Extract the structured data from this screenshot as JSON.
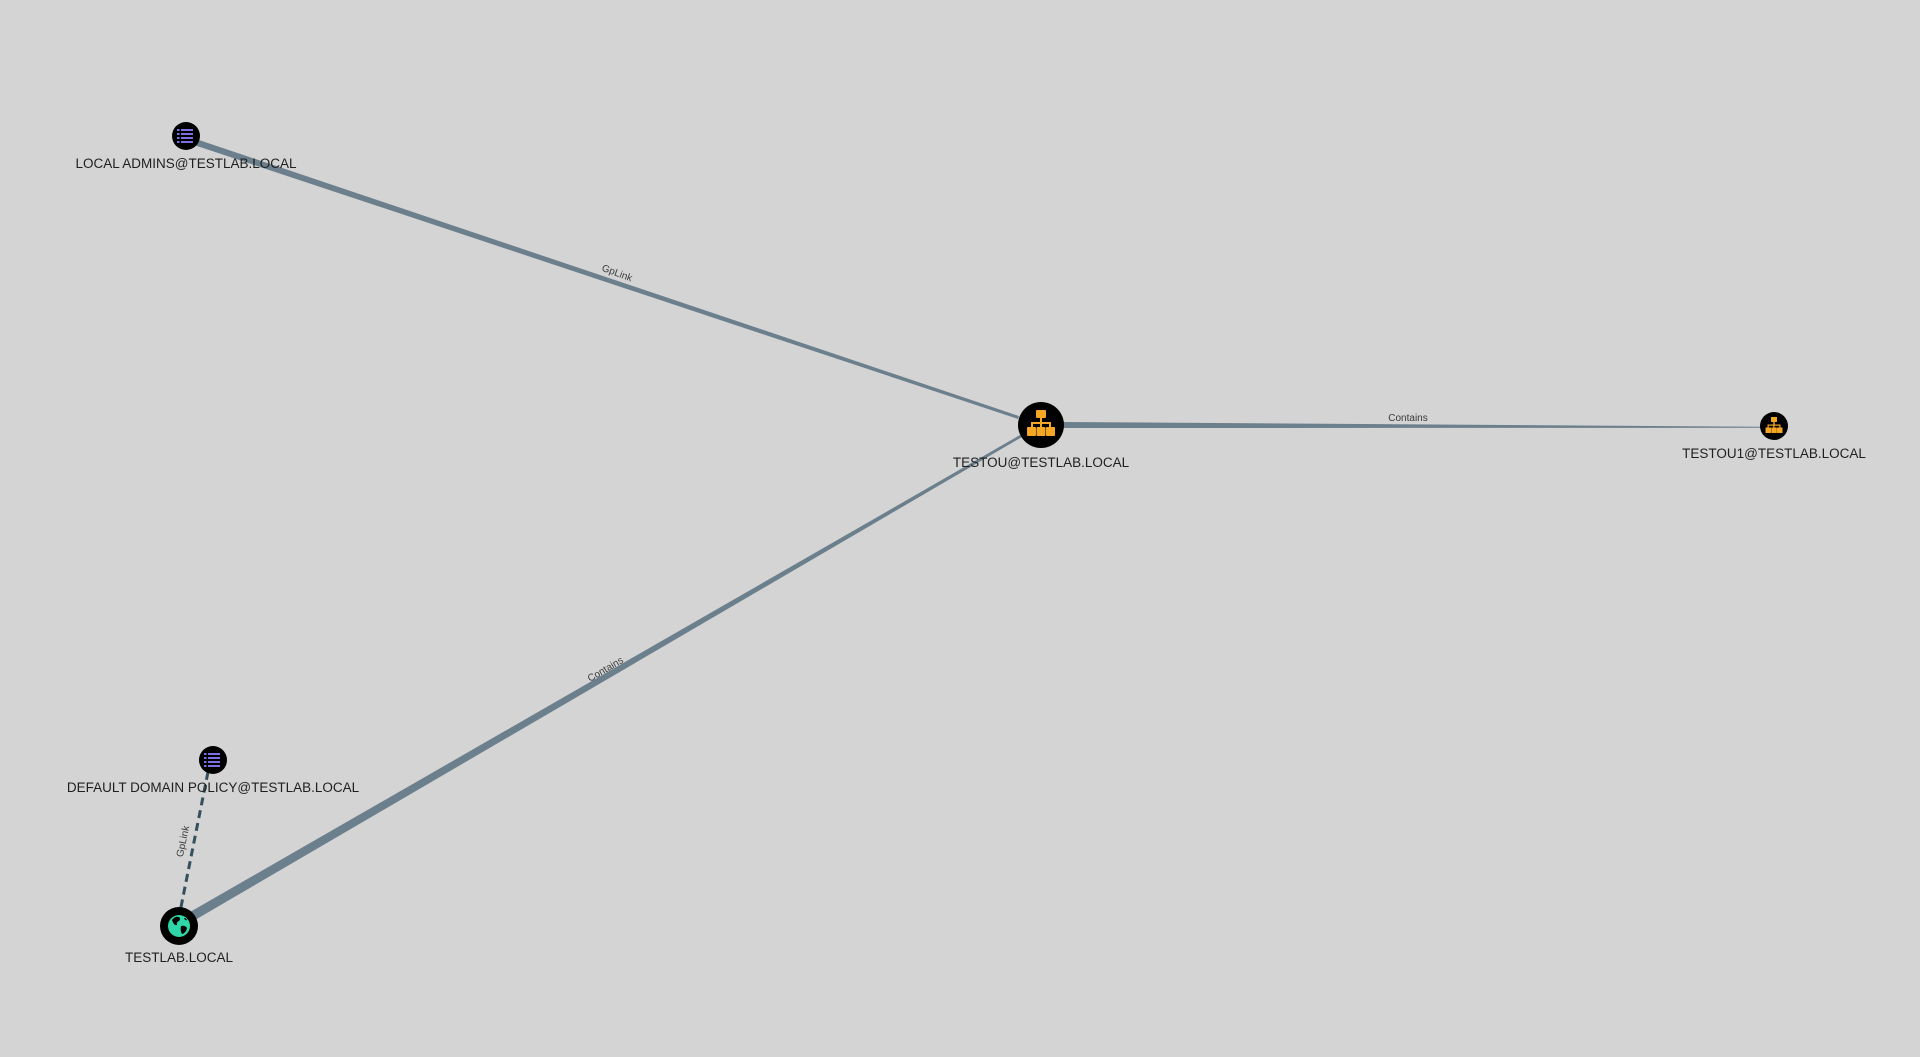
{
  "colors": {
    "background": "#d4d4d4",
    "edge": "#6c7f8c",
    "edge_dashed": "#33505c",
    "node_fill": "#000000",
    "gpo_icon": "#7b6fe6",
    "ou_icon": "#f5a623",
    "domain_icon": "#2fd6a8"
  },
  "nodes": {
    "local_admins": {
      "label": "LOCAL ADMINS@TESTLAB.LOCAL",
      "type": "GPO",
      "icon": "list-icon"
    },
    "testou": {
      "label": "TESTOU@TESTLAB.LOCAL",
      "type": "OU",
      "icon": "org-chart-icon"
    },
    "testou1": {
      "label": "TESTOU1@TESTLAB.LOCAL",
      "type": "OU",
      "icon": "org-chart-icon"
    },
    "default_domain_policy": {
      "label": "DEFAULT DOMAIN POLICY@TESTLAB.LOCAL",
      "type": "GPO",
      "icon": "list-icon"
    },
    "testlab": {
      "label": "TESTLAB.LOCAL",
      "type": "Domain",
      "icon": "globe-icon"
    }
  },
  "edges": {
    "gplink_local_admins_testou": {
      "label": "GpLink",
      "from": "local_admins",
      "to": "testou"
    },
    "contains_testou_testou1": {
      "label": "Contains",
      "from": "testou",
      "to": "testou1"
    },
    "contains_testlab_testou": {
      "label": "Contains",
      "from": "testlab",
      "to": "testou"
    },
    "gplink_ddp_testlab": {
      "label": "GpLink",
      "from": "default_domain_policy",
      "to": "testlab"
    }
  }
}
